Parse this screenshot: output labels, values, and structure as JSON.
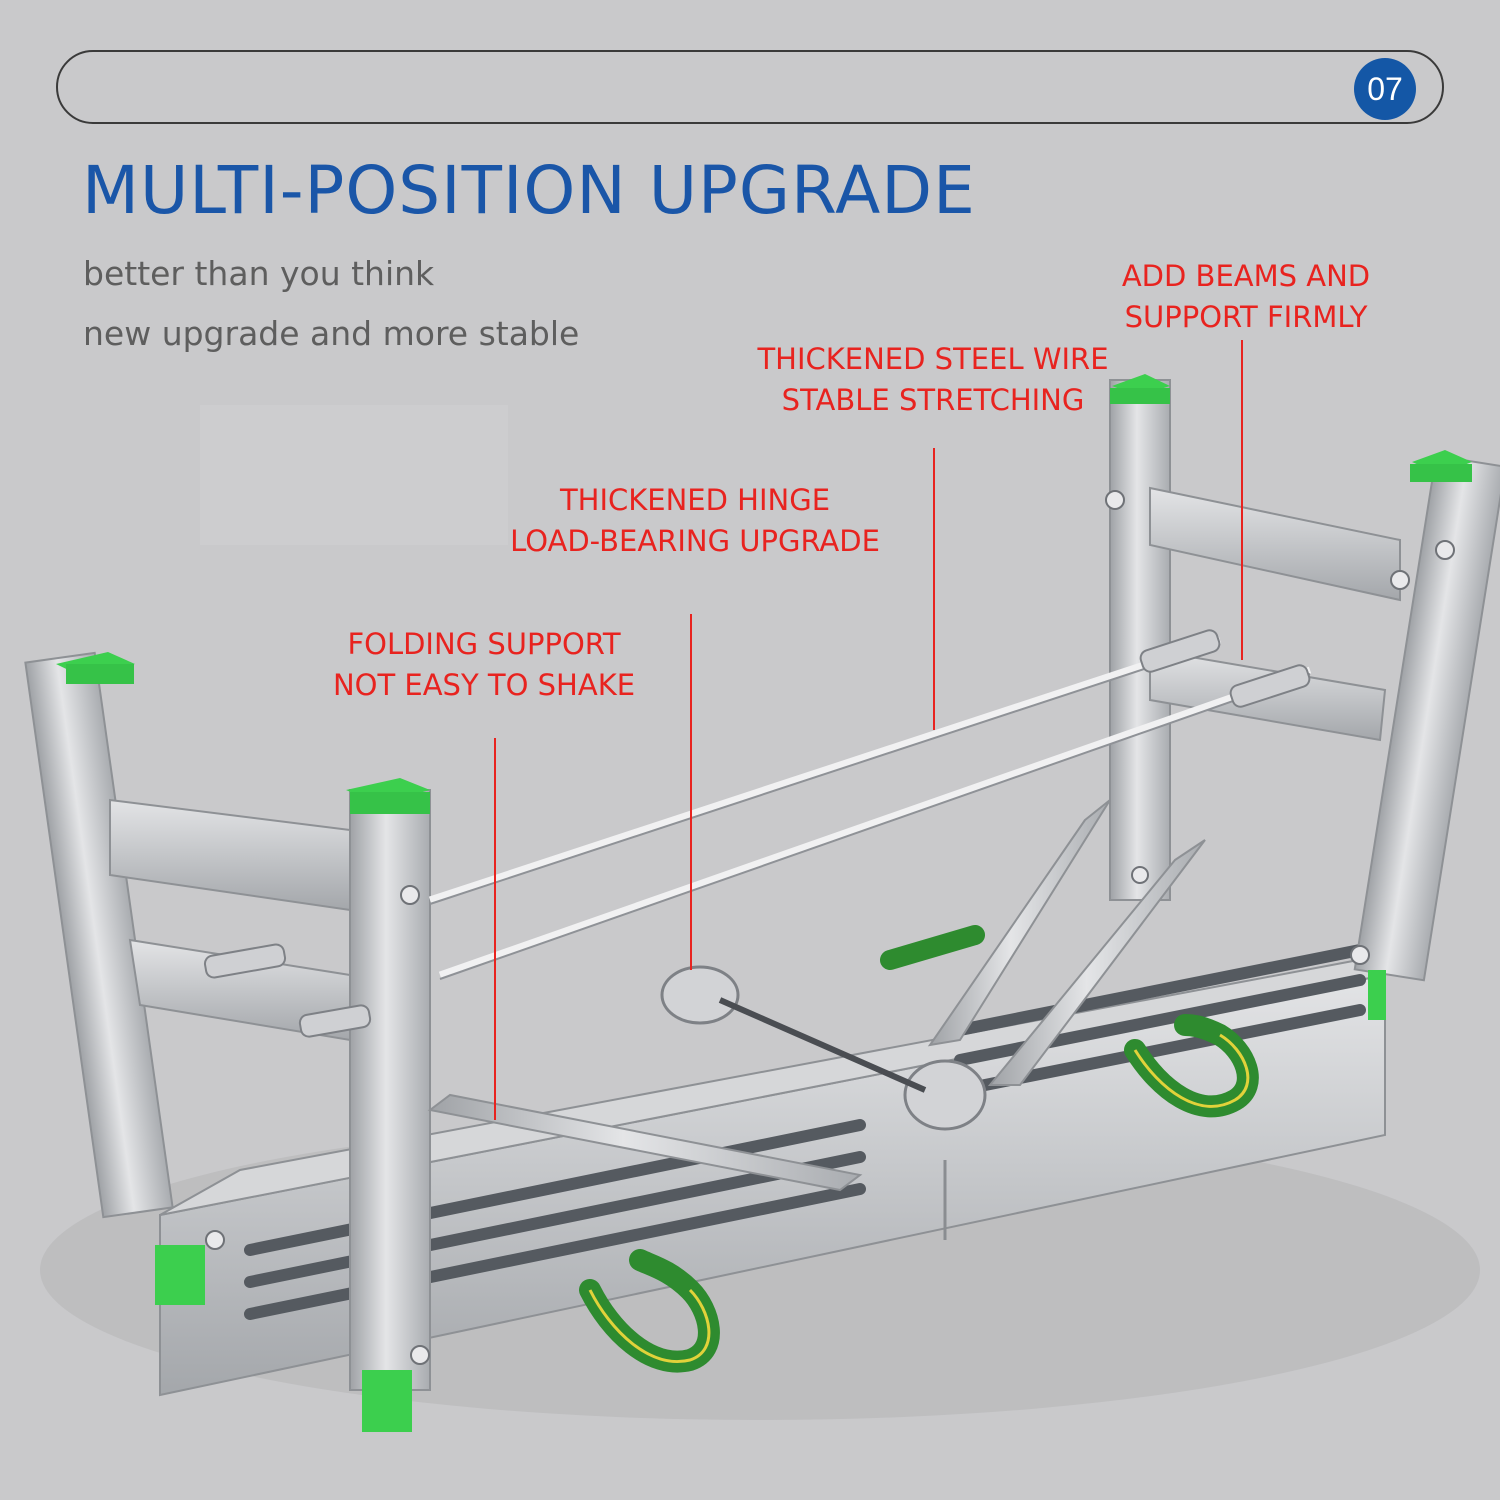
{
  "badge": {
    "number": "07"
  },
  "header": {
    "title": "MULTI-POSITION UPGRADE",
    "subtitle_line1": "better than you think",
    "subtitle_line2": "new upgrade and more stable"
  },
  "callouts": {
    "beams": {
      "line1": "ADD BEAMS AND",
      "line2": "SUPPORT FIRMLY"
    },
    "wire": {
      "line1": "THICKENED STEEL WIRE",
      "line2": "STABLE STRETCHING"
    },
    "hinge": {
      "line1": "THICKENED HINGE",
      "line2": "LOAD-BEARING UPGRADE"
    },
    "folding": {
      "line1": "FOLDING SUPPORT",
      "line2": "NOT EASY TO SHAKE"
    }
  },
  "colors": {
    "title_blue": "#1a56a8",
    "callout_red": "#e8231f",
    "cap_green": "#3ccf4e",
    "strap_green": "#2e8b2f",
    "aluminium": "#c3c5c8",
    "background": "#c9c9cb"
  },
  "product_image": {
    "subject": "folding aluminium step platform with steel wire braces"
  }
}
